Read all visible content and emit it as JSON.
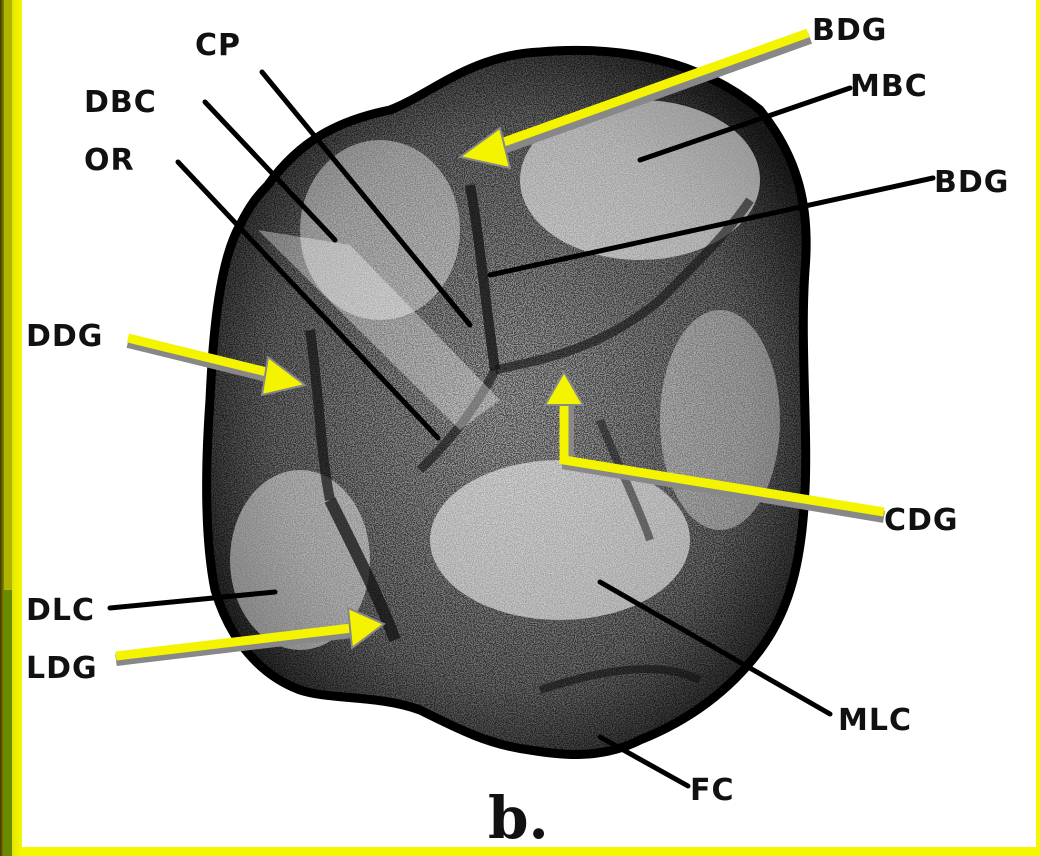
{
  "figure": {
    "panel_label": "b.",
    "labels": {
      "cp": "CP",
      "dbc": "DBC",
      "or": "OR",
      "bdg_top": "BDG",
      "mbc": "MBC",
      "bdg_right": "BDG",
      "ddg": "DDG",
      "cdg": "CDG",
      "dlc": "DLC",
      "ldg": "LDG",
      "mlc": "MLC",
      "fc": "FC"
    }
  },
  "colors": {
    "background_frame": "#f6f600",
    "arrow": "#f4f400",
    "ink": "#111111",
    "canvas": "#ffffff"
  }
}
